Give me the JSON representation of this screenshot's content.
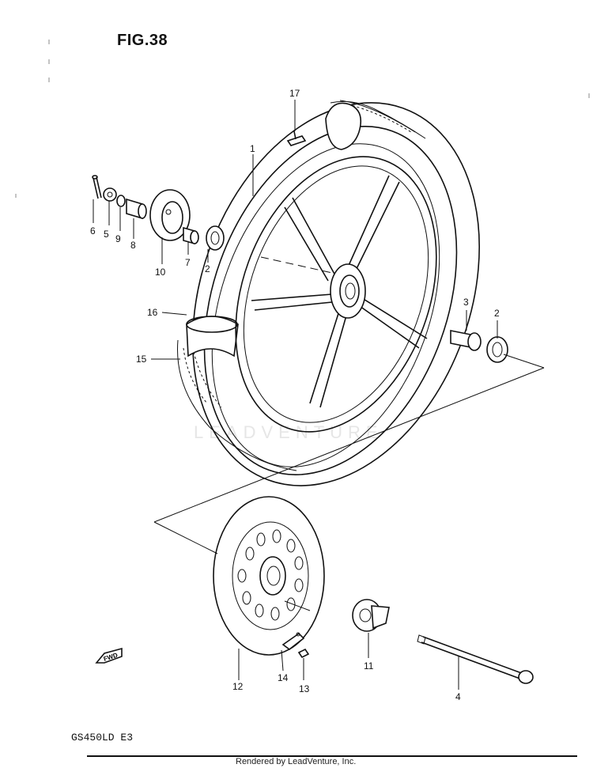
{
  "figure_title": "FIG.38",
  "model_code": "GS450LD E3",
  "credit": "Rendered by LeadVenture, Inc.",
  "watermark": "LEADVENTURE",
  "fwd_label": "FWD",
  "callouts": {
    "c1": "1",
    "c2a": "2",
    "c2b": "2",
    "c3": "3",
    "c4": "4",
    "c5": "5",
    "c6": "6",
    "c7": "7",
    "c8": "8",
    "c9": "9",
    "c10": "10",
    "c11": "11",
    "c12": "12",
    "c13": "13",
    "c14": "14",
    "c15": "15",
    "c16": "16",
    "c17": "17"
  }
}
